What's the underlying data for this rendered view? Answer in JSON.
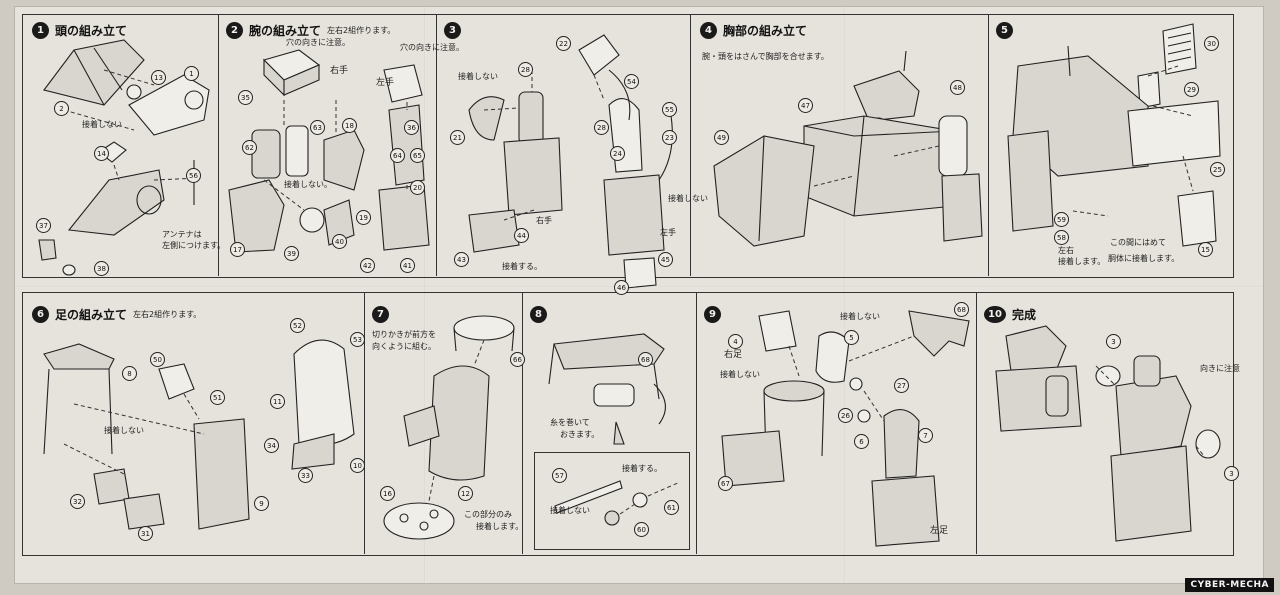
{
  "steps": {
    "s1": {
      "num": "1",
      "title": "頭の組み立て",
      "notes": [
        "接着しない",
        "アンテナは",
        "左側につけます。"
      ],
      "parts": [
        "13",
        "1",
        "2",
        "14",
        "56",
        "37",
        "38"
      ]
    },
    "s2": {
      "num": "2",
      "title": "腕の組み立て",
      "subtitle": "左右2組作ります。",
      "notes": [
        "穴の向きに注意。",
        "右手",
        "穴の向きに注意。",
        "左手",
        "接着しない。"
      ],
      "parts": [
        "35",
        "62",
        "63",
        "18",
        "17",
        "39",
        "40",
        "36",
        "64",
        "65",
        "20",
        "19",
        "42",
        "41"
      ]
    },
    "s3": {
      "num": "3",
      "title": "",
      "notes": [
        "接着しない",
        "右手",
        "接着する。",
        "左手",
        "接着しない"
      ],
      "parts": [
        "22",
        "28",
        "54",
        "21",
        "55",
        "28",
        "23",
        "24",
        "44",
        "43",
        "45",
        "46"
      ]
    },
    "s4": {
      "num": "4",
      "title": "胸部の組み立て",
      "subtitle": "腕・頭をはさんで胸部を合せます。",
      "parts": [
        "47",
        "48",
        "49"
      ]
    },
    "s5": {
      "num": "5",
      "title": "",
      "notes": [
        "左右",
        "接着します。",
        "この間にはめて",
        "胴体に接着します。"
      ],
      "parts": [
        "30",
        "29",
        "25",
        "59",
        "58",
        "15"
      ]
    },
    "s6": {
      "num": "6",
      "title": "足の組み立て",
      "subtitle": "左右2組作ります。",
      "notes": [
        "接着しない"
      ],
      "parts": [
        "8",
        "50",
        "51",
        "52",
        "53",
        "11",
        "34",
        "33",
        "10",
        "9",
        "32",
        "31"
      ]
    },
    "s7": {
      "num": "7",
      "title": "",
      "notes": [
        "切りかきが前方を",
        "向くように組む。",
        "この部分のみ",
        "接着します。"
      ],
      "parts": [
        "66",
        "16",
        "12"
      ]
    },
    "s8": {
      "num": "8",
      "title": "",
      "notes": [
        "糸を巻いて",
        "おきます。",
        "接着する。",
        "接着しない"
      ],
      "parts": [
        "68",
        "57",
        "61",
        "60"
      ]
    },
    "s9": {
      "num": "9",
      "title": "",
      "notes": [
        "右足",
        "接着しない",
        "接着しない",
        "左足"
      ],
      "parts": [
        "4",
        "5",
        "68",
        "27",
        "26",
        "67",
        "6",
        "7"
      ]
    },
    "s10": {
      "num": "10",
      "title": "完成",
      "notes": [
        "向きに注意"
      ],
      "parts": [
        "3",
        "3"
      ]
    }
  },
  "watermark": "CYBER-MECHA"
}
